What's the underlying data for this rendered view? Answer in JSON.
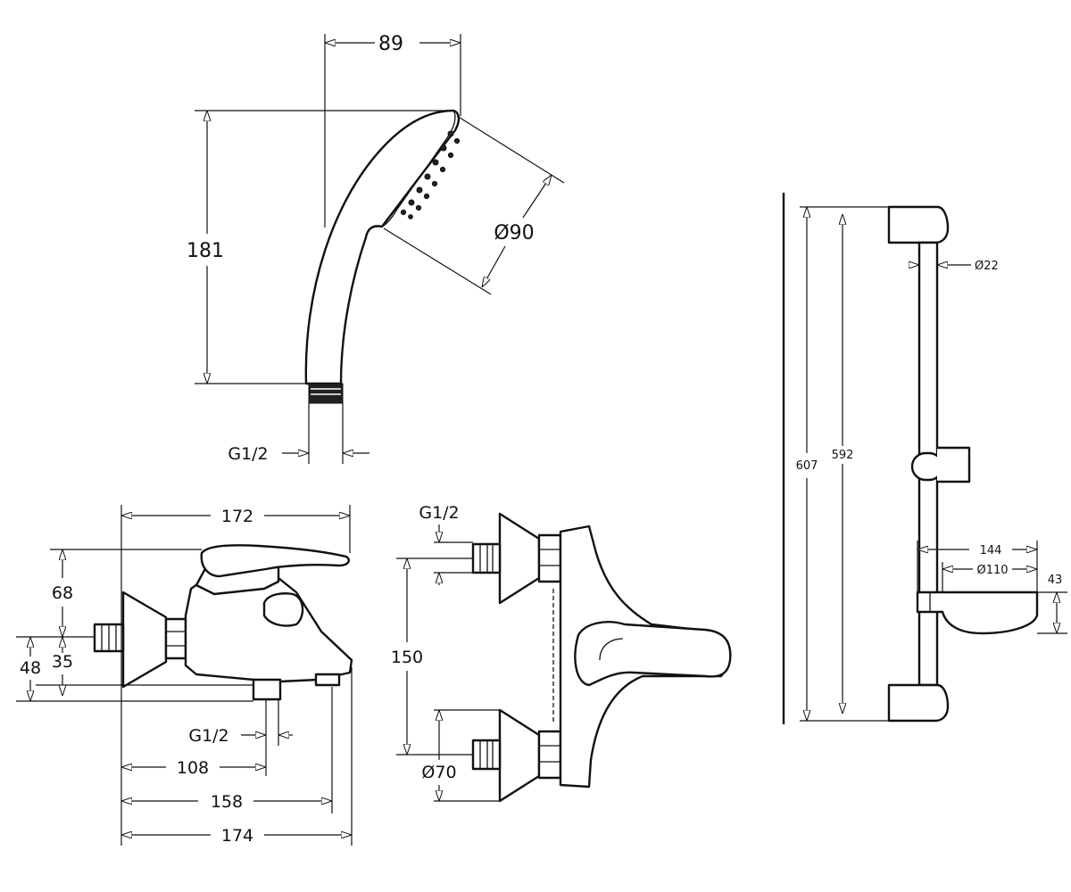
{
  "hand_shower": {
    "width": "89",
    "height": "181",
    "face_diameter": "Ø90",
    "connection": "G1/2"
  },
  "shower_rail": {
    "overall_length": "607",
    "fixing_centres": "592",
    "rail_diameter": "Ø22",
    "dish_projection": "144",
    "dish_diameter": "Ø110",
    "dish_height": "43"
  },
  "mixer_side": {
    "overall_width": "172",
    "handle_height": "68",
    "inlet_height": "48",
    "spout_height": "35",
    "outlet_connection": "G1/2",
    "outlet_distance": "108",
    "spout_reach": "158",
    "total_depth": "174"
  },
  "mixer_front": {
    "inlet_connection": "G1/2",
    "inlet_centres": "150",
    "escutcheon_diameter": "Ø70"
  }
}
